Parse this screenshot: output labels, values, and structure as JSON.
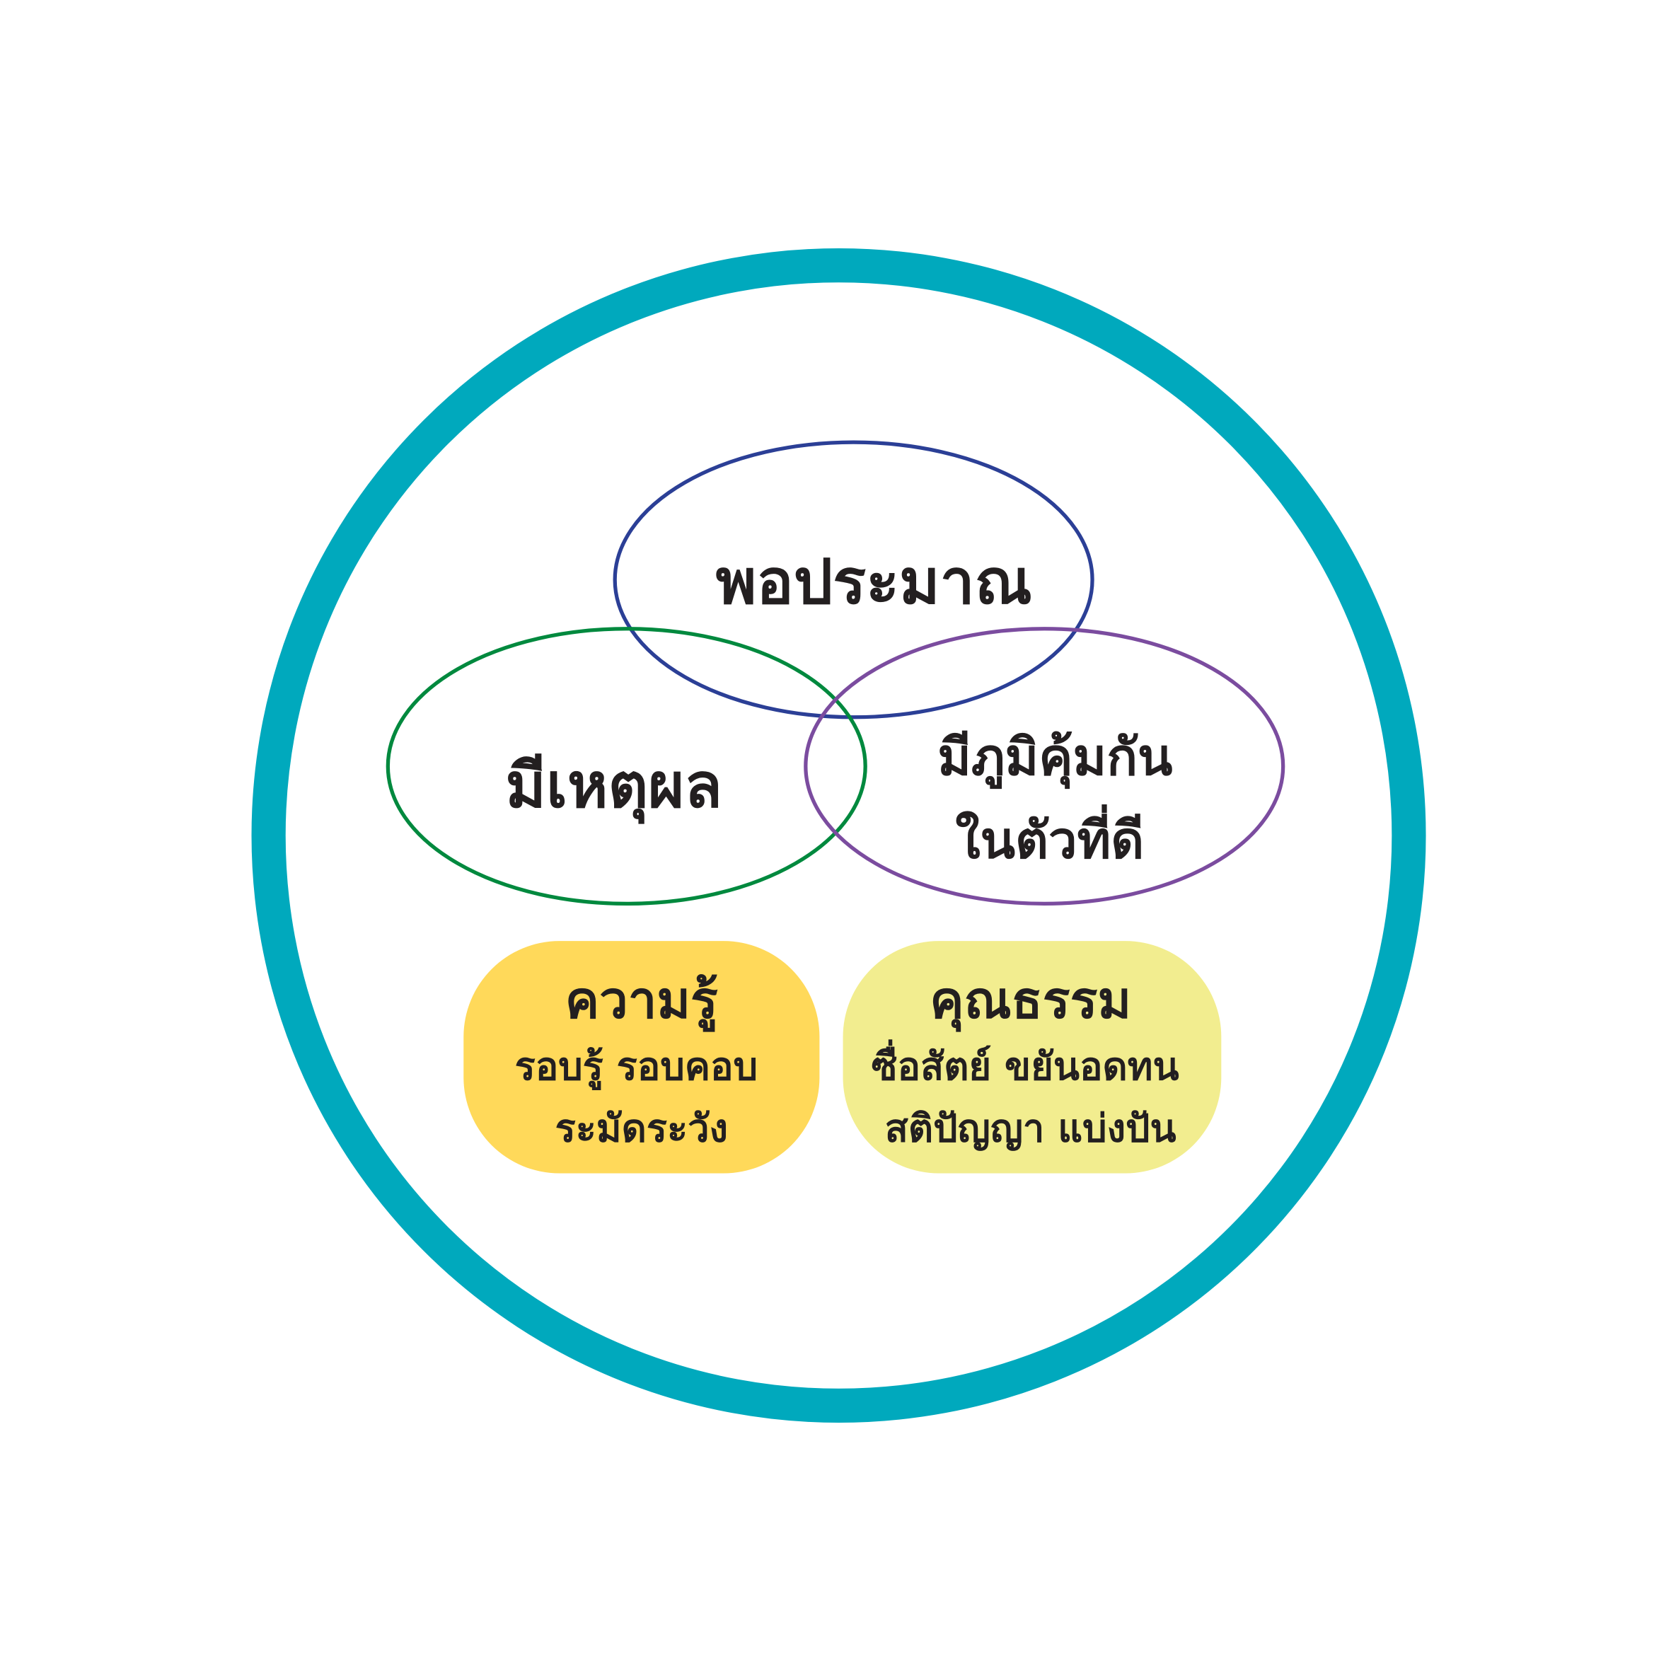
{
  "colors": {
    "outer_ring": "#00a9bd",
    "moderation_ellipse": "#2b3f96",
    "reasonableness_ellipse": "#00893e",
    "immunity_ellipse": "#7b4c9f",
    "knowledge_box": "#ffd95a",
    "morality_box": "#f2ed8f",
    "text": "#231f20"
  },
  "circles": {
    "moderation": "พอประมาณ",
    "reasonableness": "มีเหตุผล",
    "immunity_line1": "มีภูมิคุ้มกัน",
    "immunity_line2": "ในตัวที่ดี"
  },
  "knowledge": {
    "title": "ความรู้",
    "line1": "รอบรู้ รอบคอบ",
    "line2": "ระมัดระวัง"
  },
  "morality": {
    "title": "คุณธรรม",
    "line1": "ซื่อสัตย์ ขยันอดทน",
    "line2": "สติปัญญา แบ่งปัน"
  }
}
